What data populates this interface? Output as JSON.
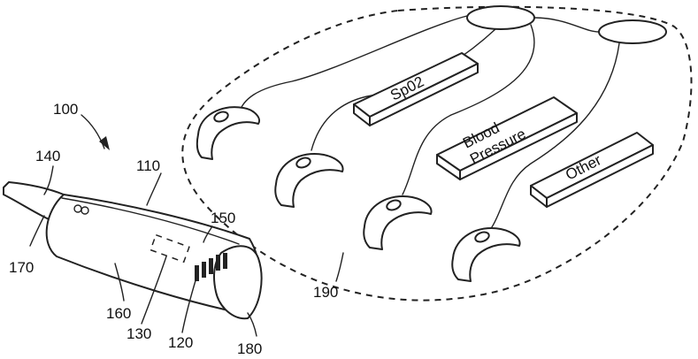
{
  "figure": {
    "module_labels": {
      "spo2": "Sp02",
      "blood": "Blood",
      "pressure": "Pressure",
      "other": "Other"
    },
    "reference_numerals": {
      "device": "100",
      "body": "110",
      "connector": "120",
      "sensor": "130",
      "tip": "140",
      "display": "150",
      "housing": "160",
      "probe": "170",
      "end_cap": "180",
      "module_group": "190"
    }
  }
}
